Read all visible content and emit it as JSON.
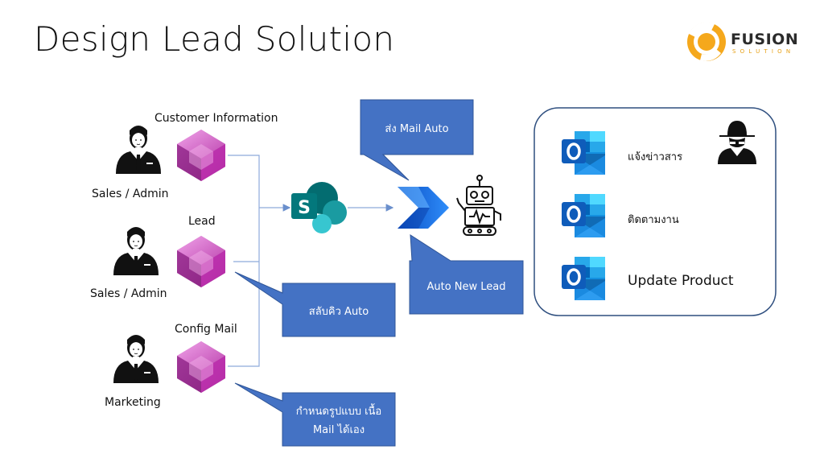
{
  "title": "Design Lead Solution",
  "logo": {
    "name": "FUSION",
    "sub": "SOLUTION"
  },
  "apps": [
    {
      "label": "Customer Information",
      "person_label": "Sales / Admin"
    },
    {
      "label": "Lead",
      "person_label": "Sales / Admin"
    },
    {
      "label": "Config Mail",
      "person_label": "Marketing"
    }
  ],
  "callouts": {
    "send_mail": "ส่ง Mail Auto",
    "auto_new_lead": "Auto New Lead",
    "queue": "สลับคิว Auto",
    "template_line1": "กำหนดรูปแบบ เนื้อ",
    "template_line2": "Mail ได้เอง"
  },
  "outlook_items": [
    {
      "label": "แจ้งข่าวสาร"
    },
    {
      "label": "ติดตามงาน"
    },
    {
      "label": "Update Product"
    }
  ],
  "colors": {
    "callout": "#4472c4",
    "connector": "#8eaadb",
    "powerapps": "#b4359f",
    "sharepoint": "#036c70",
    "automate": "#0b66e4",
    "outlook": "#0a64c8",
    "logo_orange": "#f5a81c"
  },
  "icons": [
    "person-icon",
    "powerapps-icon",
    "sharepoint-icon",
    "power-automate-icon",
    "robot-icon",
    "outlook-icon",
    "spy-icon",
    "fusion-logo-icon"
  ]
}
